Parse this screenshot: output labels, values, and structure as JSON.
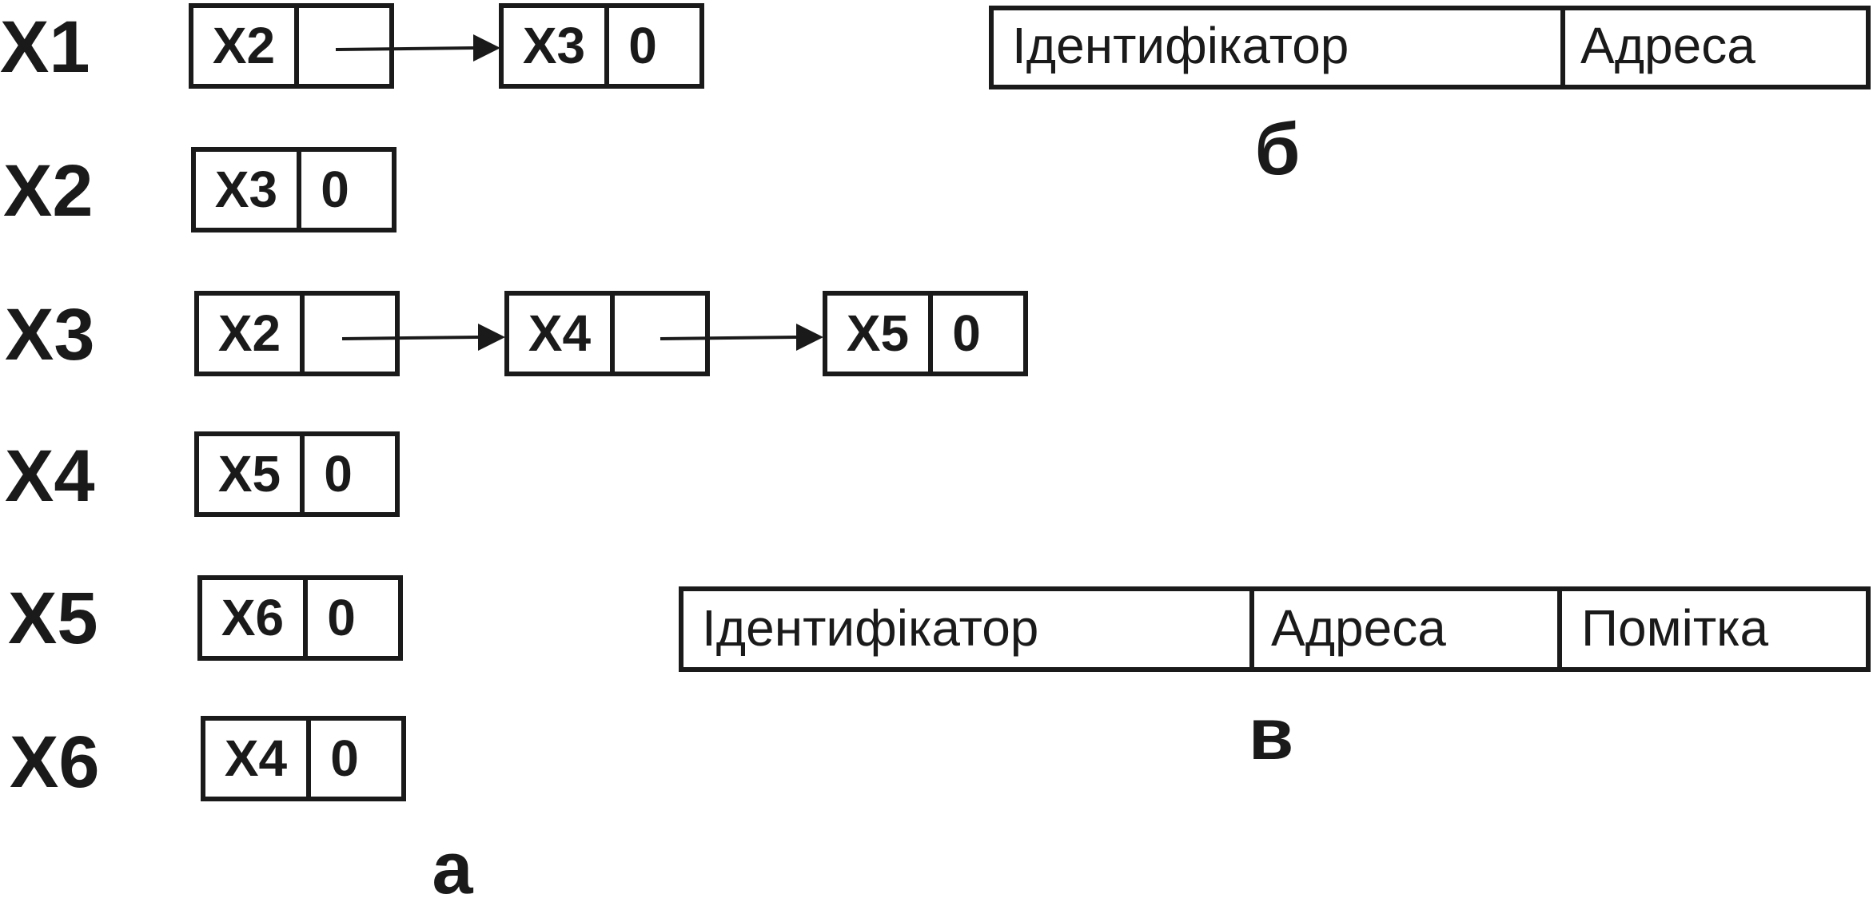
{
  "lists": [
    {
      "label": "X1",
      "nodes": [
        {
          "name": "X2",
          "next": ""
        },
        {
          "name": "X3",
          "next": "0"
        }
      ]
    },
    {
      "label": "X2",
      "nodes": [
        {
          "name": "X3",
          "next": "0"
        }
      ]
    },
    {
      "label": "X3",
      "nodes": [
        {
          "name": "X2",
          "next": ""
        },
        {
          "name": "X4",
          "next": ""
        },
        {
          "name": "X5",
          "next": "0"
        }
      ]
    },
    {
      "label": "X4",
      "nodes": [
        {
          "name": "X5",
          "next": "0"
        }
      ]
    },
    {
      "label": "X5",
      "nodes": [
        {
          "name": "X6",
          "next": "0"
        }
      ]
    },
    {
      "label": "X6",
      "nodes": [
        {
          "name": "X4",
          "next": "0"
        }
      ]
    }
  ],
  "caption_a": "а",
  "record_b": {
    "fields": [
      "Ідентифікатор",
      "Адреса"
    ],
    "caption": "б"
  },
  "record_c": {
    "fields": [
      "Ідентифікатор",
      "Адреса",
      "Помітка"
    ],
    "caption": "в"
  }
}
